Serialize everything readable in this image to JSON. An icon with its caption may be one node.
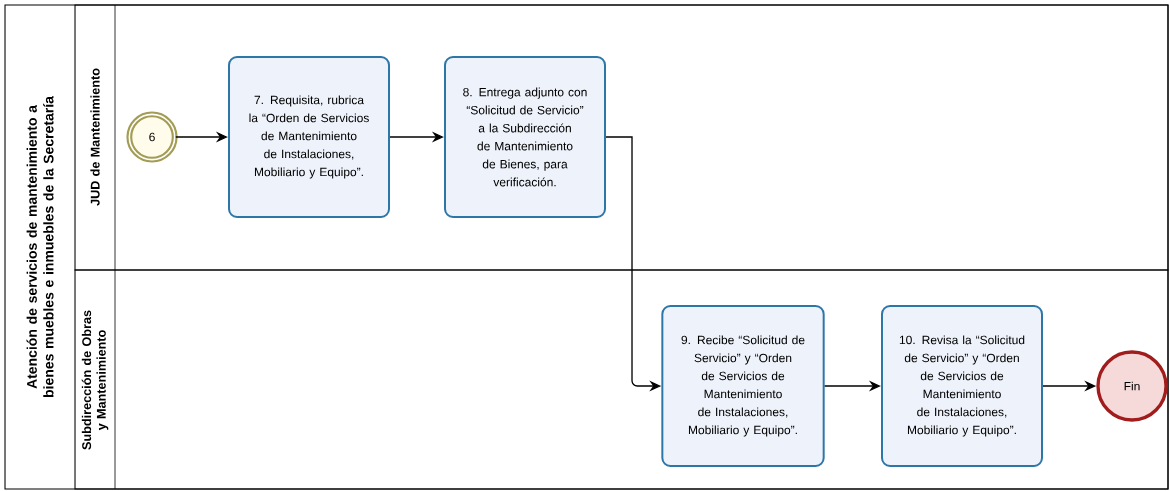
{
  "diagram": {
    "nodes": [
      {
        "text": [
          "Atención de servicios de mantenimiento a bienes muebles e inmuebles de la Secretaría"
        ]
      },
      {
        "text": [
          "JUD de Mantenimiento"
        ],
        "in": 0
      },
      {
        "text": [
          "Subdirección de Obras y Mantenimiento"
        ],
        "in": 0
      },
      {
        "text": [
          "6"
        ],
        "in": 1
      },
      {
        "text": [
          "7. Requisita, rubrica la “Orden de Servicios de Mantenimiento de Instalaciones, Mobiliario y Equipo”."
        ],
        "in": 1
      },
      {
        "text": [
          "8. Entrega adjunto con “Solicitud de Servicio” a la Subdirección de Mantenimiento de Bienes, para verificación."
        ],
        "in": 1
      },
      {
        "text": [
          "9. Recibe “Solicitud de Servicio” y “Orden de Servicios de Mantenimiento de Instalaciones, Mobiliario y Equipo”."
        ],
        "in": 2
      },
      {
        "text": [
          "10. Revisa la “Solicitud de Servicio” y “Orden de Servicios de Mantenimiento de Instalaciones, Mobiliario y Equipo”."
        ],
        "in": 2
      },
      {
        "text": [
          "Fin"
        ],
        "in": 2
      }
    ],
    "edges": [
      {
        "from": 3,
        "to": 4,
        "arrow": "to"
      },
      {
        "from": 4,
        "to": 5,
        "arrow": "to"
      },
      {
        "from": 5,
        "to": 6,
        "arrow": "to"
      },
      {
        "from": 6,
        "to": 7,
        "arrow": "to"
      },
      {
        "from": 7,
        "to": 8,
        "arrow": "to"
      }
    ]
  }
}
